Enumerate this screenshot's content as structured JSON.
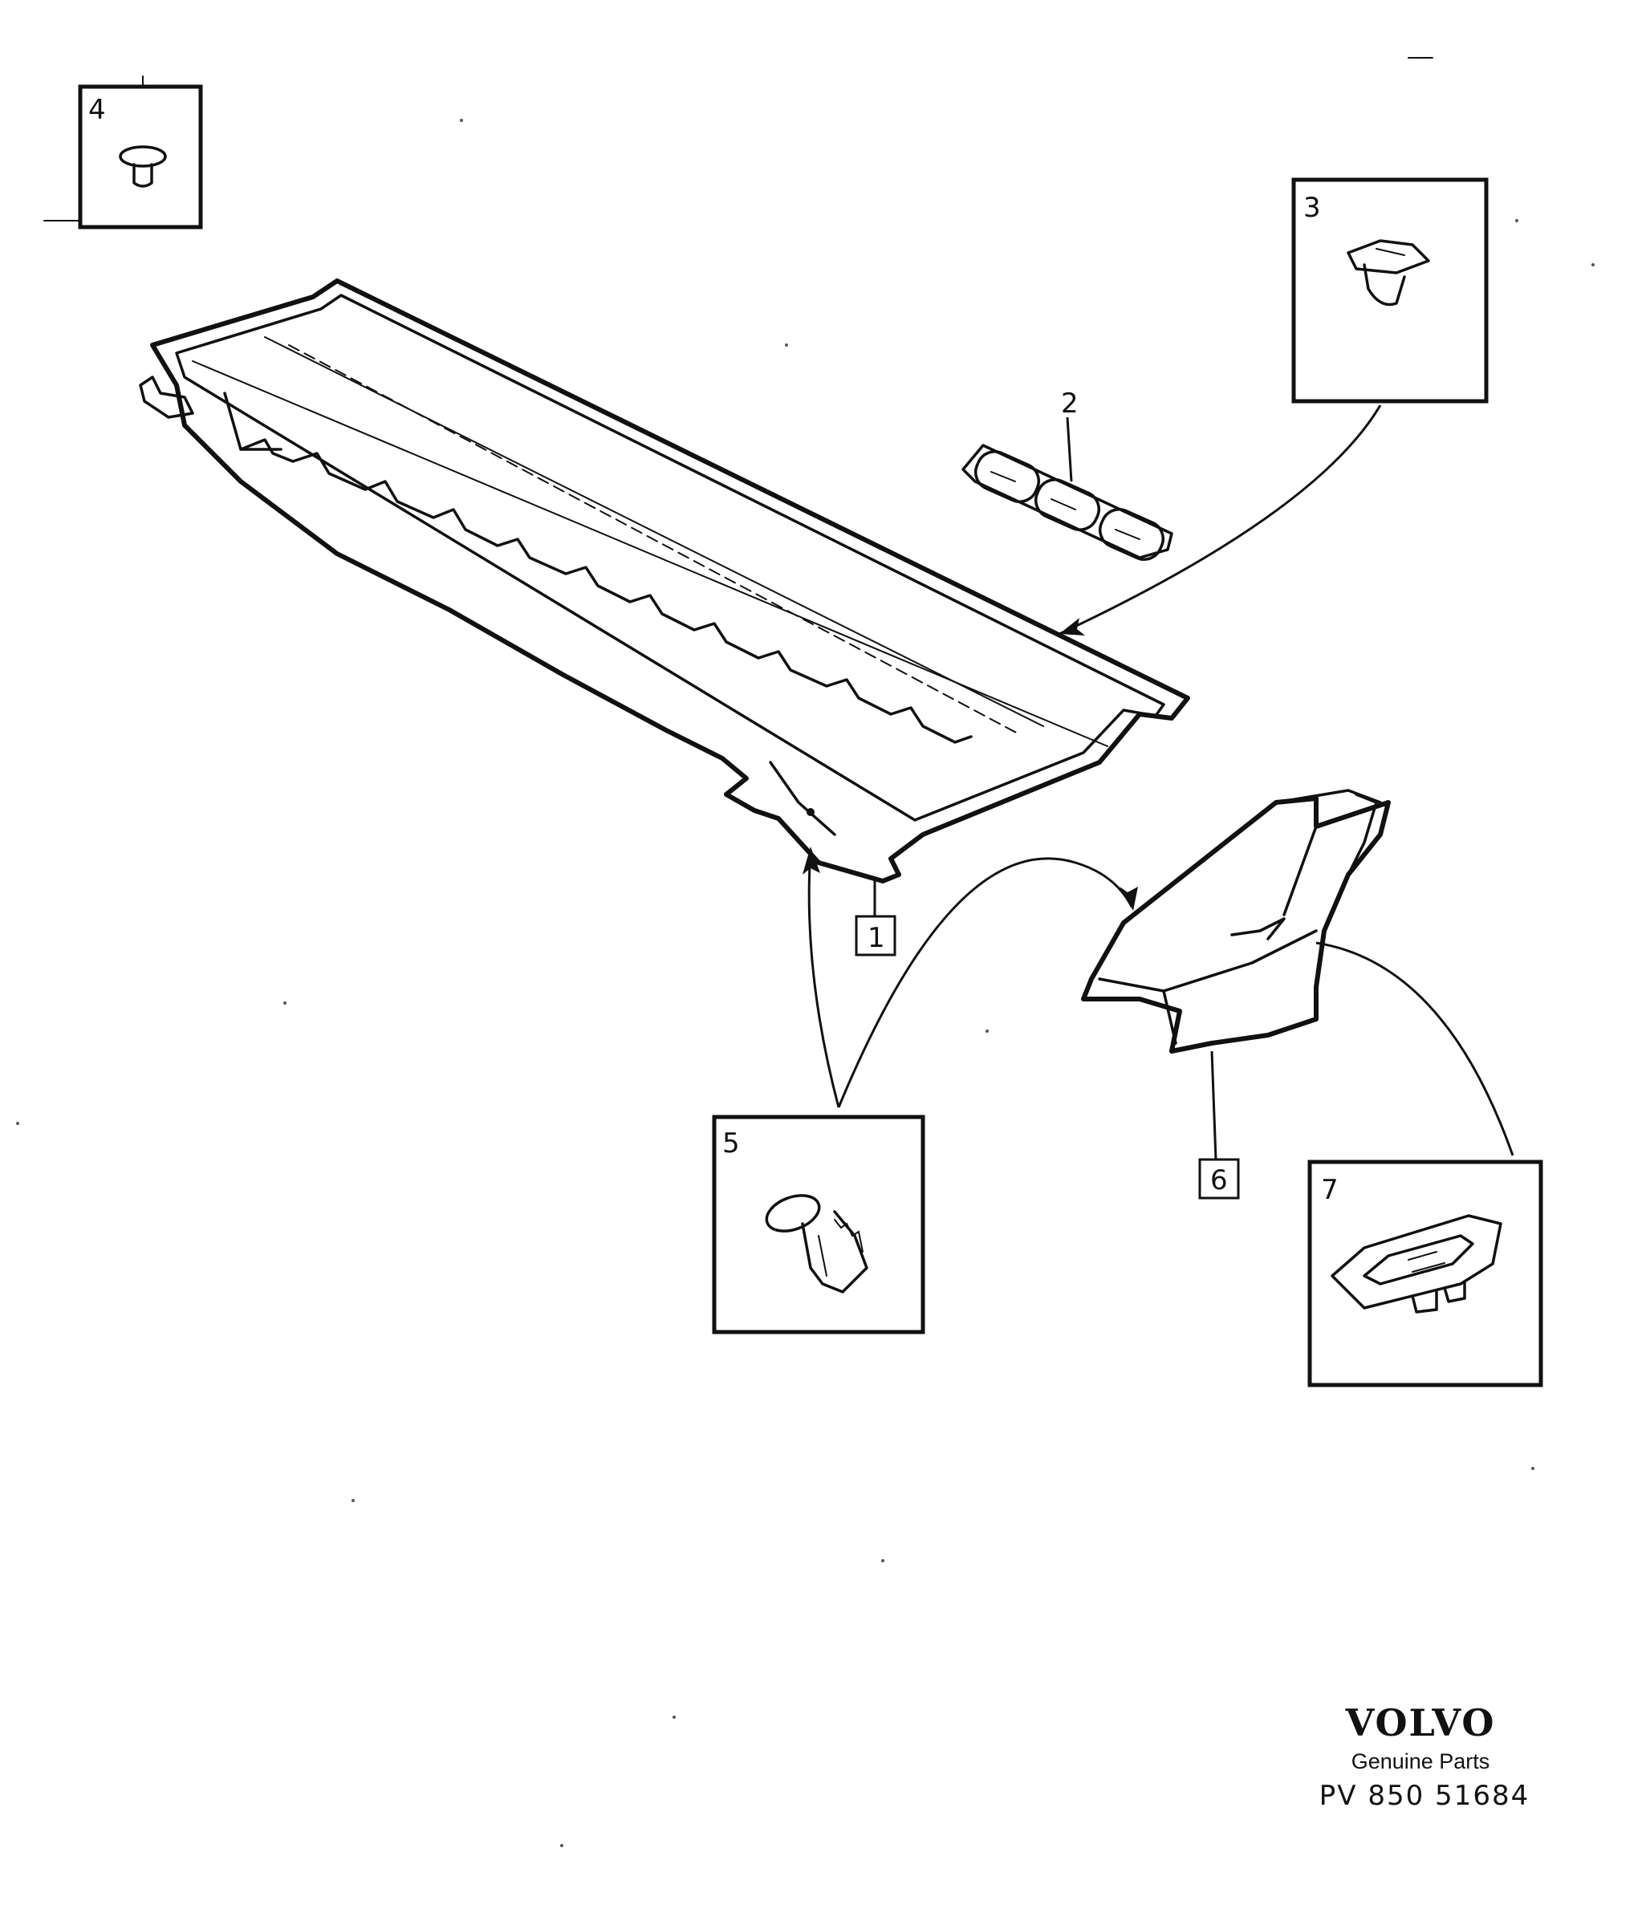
{
  "callouts": {
    "c1": "1",
    "c2": "2",
    "c3": "3",
    "c4": "4",
    "c5": "5",
    "c6": "6",
    "c7": "7"
  },
  "brand": {
    "logo": "VOLVO",
    "subtitle": "Genuine Parts",
    "reference": "PV 850 51684"
  }
}
